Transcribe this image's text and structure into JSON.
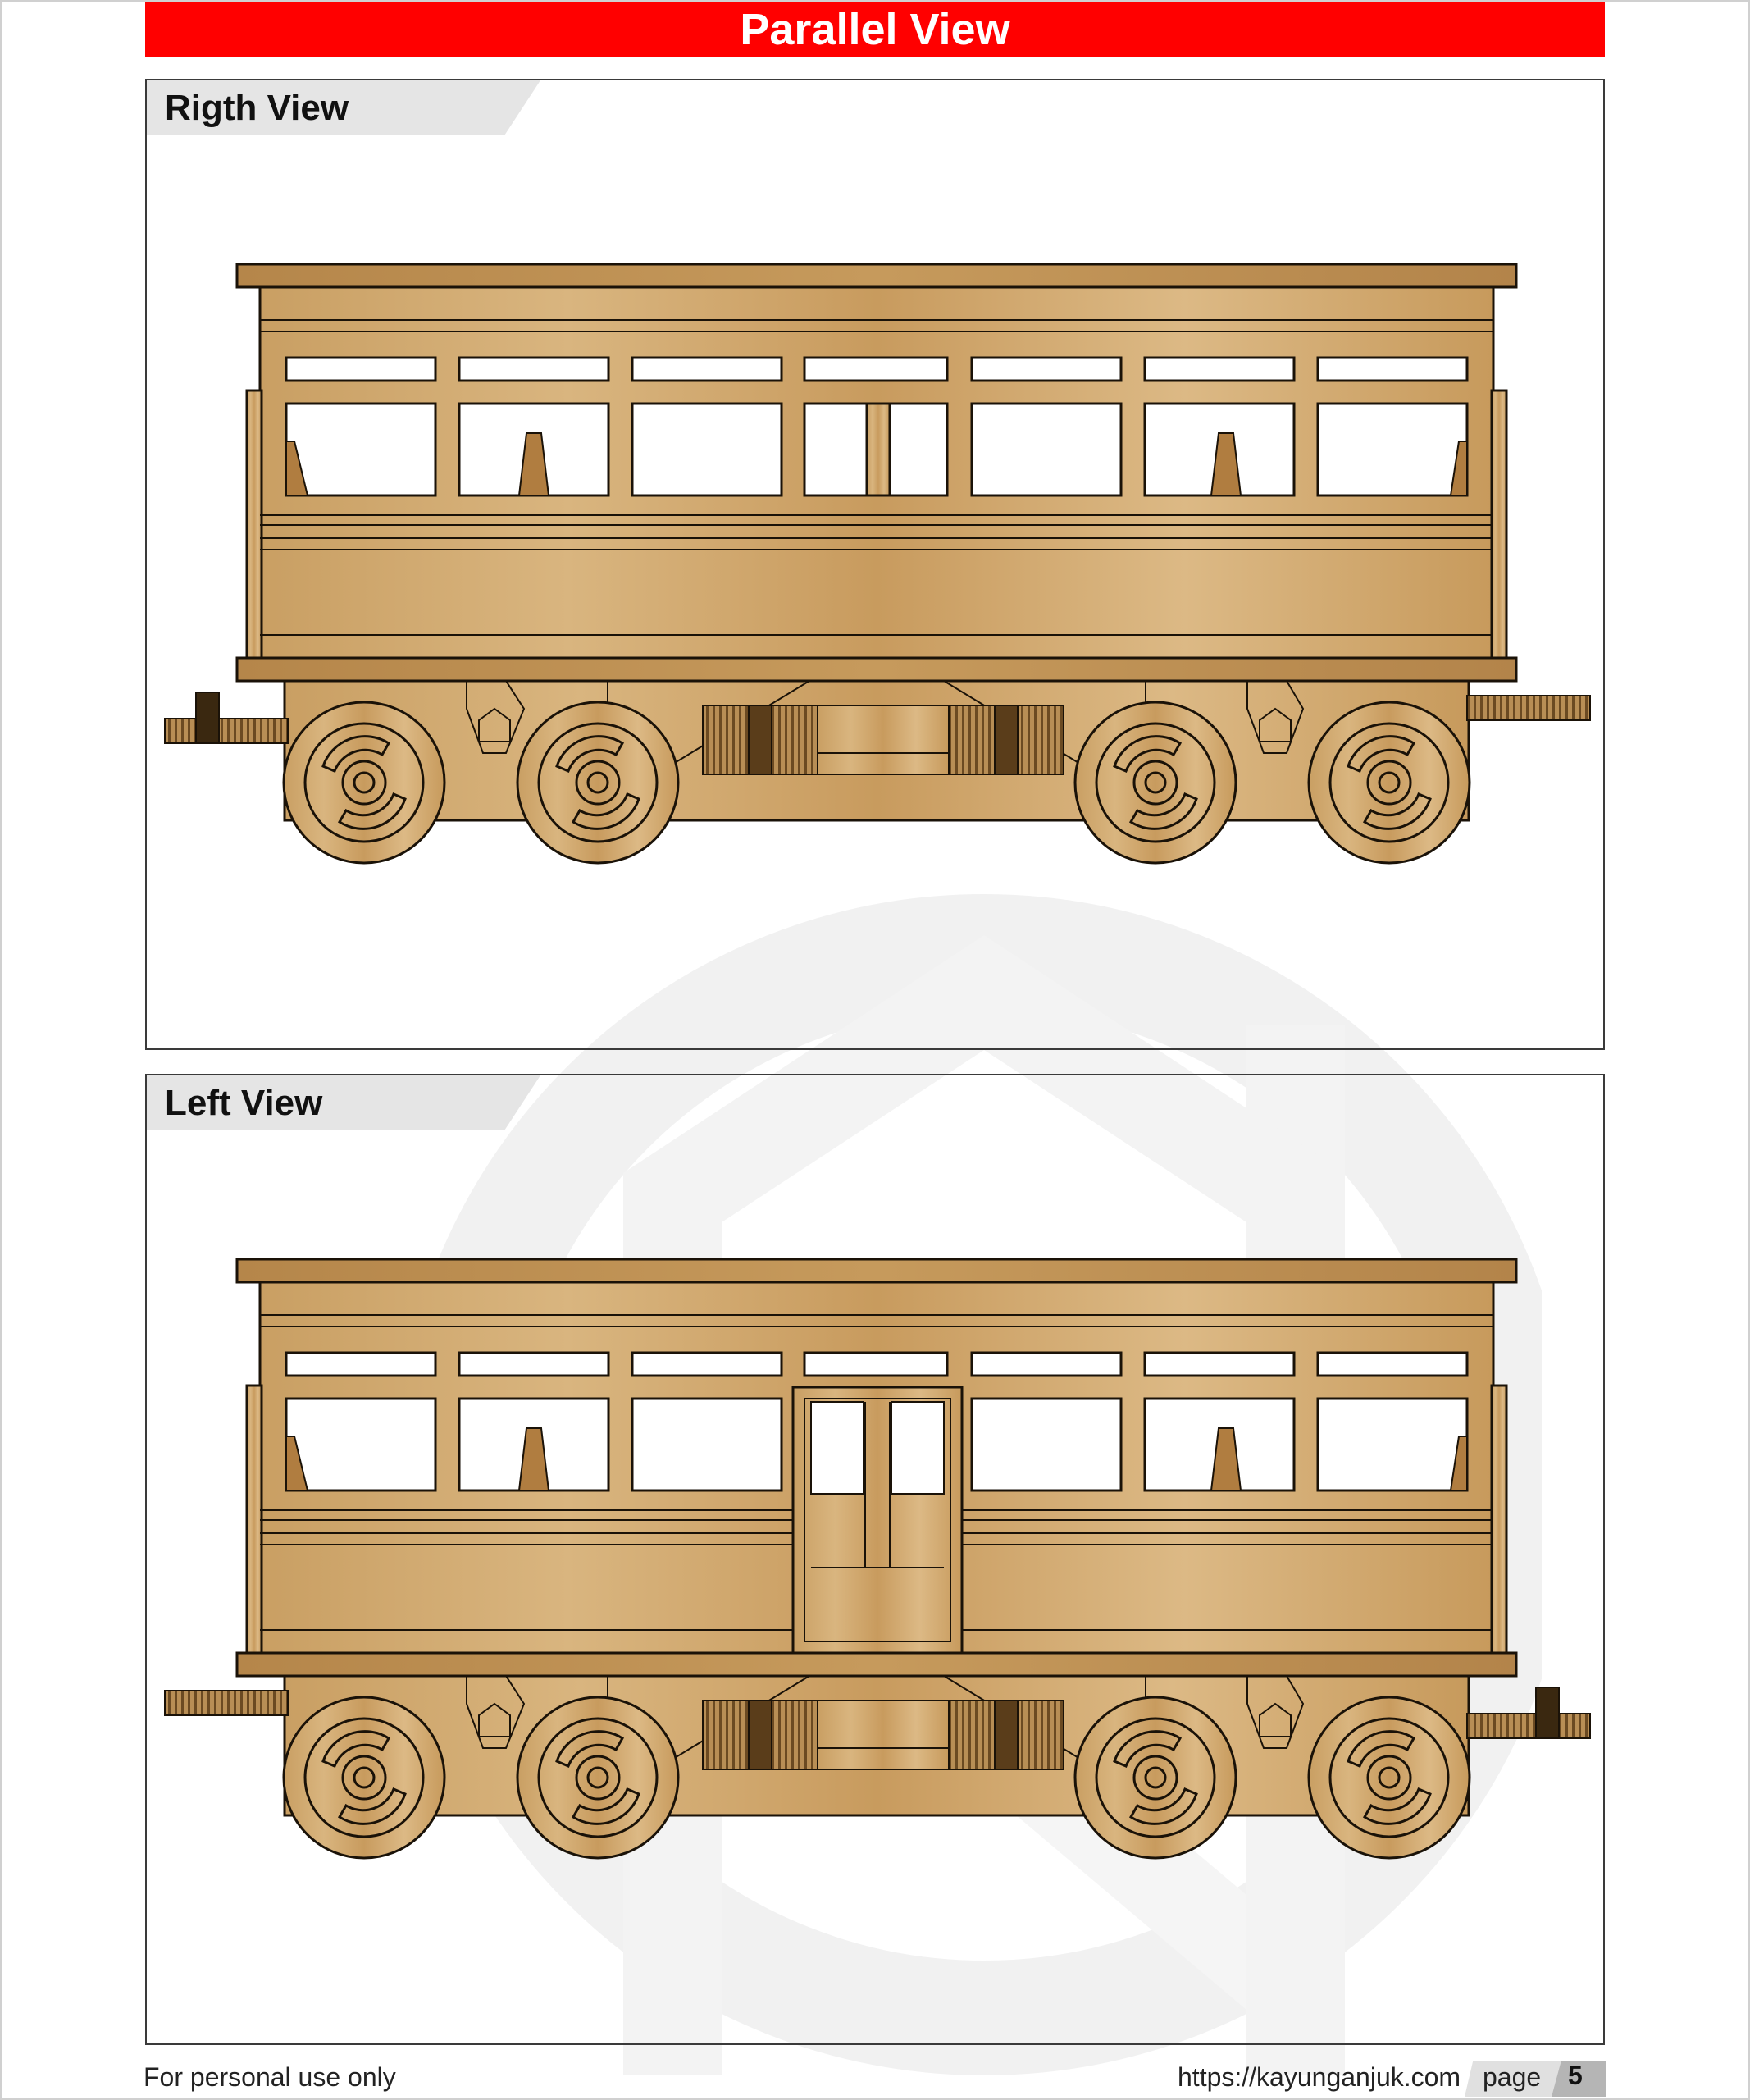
{
  "header": {
    "title": "Parallel View"
  },
  "panels": [
    {
      "title": "Rigth View"
    },
    {
      "title": "Left View"
    }
  ],
  "footer": {
    "left": "For personal use only",
    "url": "https://kayunganjuk.com",
    "page_label": "page",
    "page_number": "5"
  },
  "colors": {
    "title_bar": "#ff0000",
    "wood_light": "#d6b07a",
    "wood_mid": "#c49a5e",
    "wood_dark": "#8a6232",
    "outline": "#1a1208"
  }
}
